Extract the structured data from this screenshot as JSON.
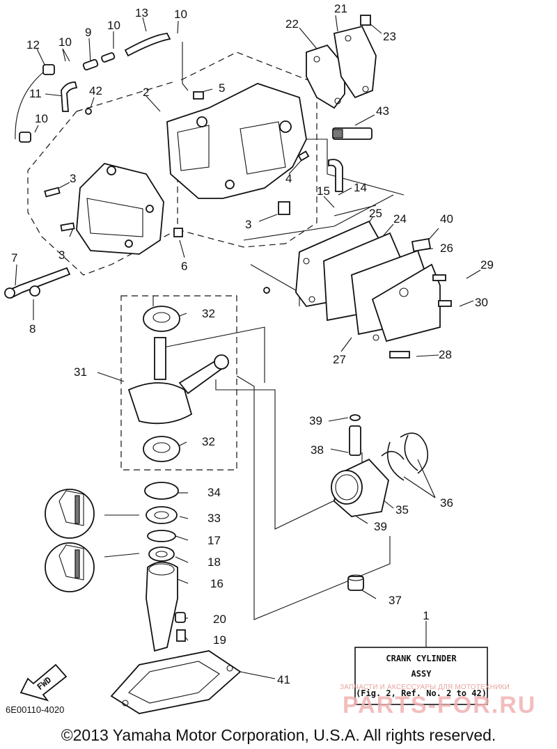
{
  "diagram": {
    "title_box": {
      "ref_number": "1",
      "line1": "CRANK CYLINDER",
      "line2": "ASSY",
      "line3": "(Fig. 2, Ref. No. 2 to 42)"
    },
    "code": "6E00110-4020",
    "direction_label": "FWD",
    "copyright": "©2013 Yamaha Motor Corporation, U.S.A. All rights reserved.",
    "watermark": {
      "small": "ЗАПЧАСТИ И АКСЕССУАРЫ ДЛЯ МОТОТЕХНИКИ",
      "large": "PARTS-FOR.RU"
    },
    "callouts": {
      "n2": "2",
      "n3a": "3",
      "n3b": "3",
      "n3c": "3",
      "n4": "4",
      "n5": "5",
      "n6": "6",
      "n7": "7",
      "n8": "8",
      "n9": "9",
      "n10a": "10",
      "n10b": "10",
      "n10c": "10",
      "n10d": "10",
      "n11": "11",
      "n12": "12",
      "n13": "13",
      "n14": "14",
      "n15": "15",
      "n16": "16",
      "n17": "17",
      "n18": "18",
      "n19": "19",
      "n20": "20",
      "n21": "21",
      "n22": "22",
      "n23": "23",
      "n24": "24",
      "n25": "25",
      "n26": "26",
      "n27": "27",
      "n28": "28",
      "n29": "29",
      "n30": "30",
      "n31": "31",
      "n32a": "32",
      "n32b": "32",
      "n33": "33",
      "n34": "34",
      "n35": "35",
      "n36": "36",
      "n37": "37",
      "n38": "38",
      "n39a": "39",
      "n39b": "39",
      "n40": "40",
      "n41": "41",
      "n42": "42",
      "n43": "43"
    }
  }
}
